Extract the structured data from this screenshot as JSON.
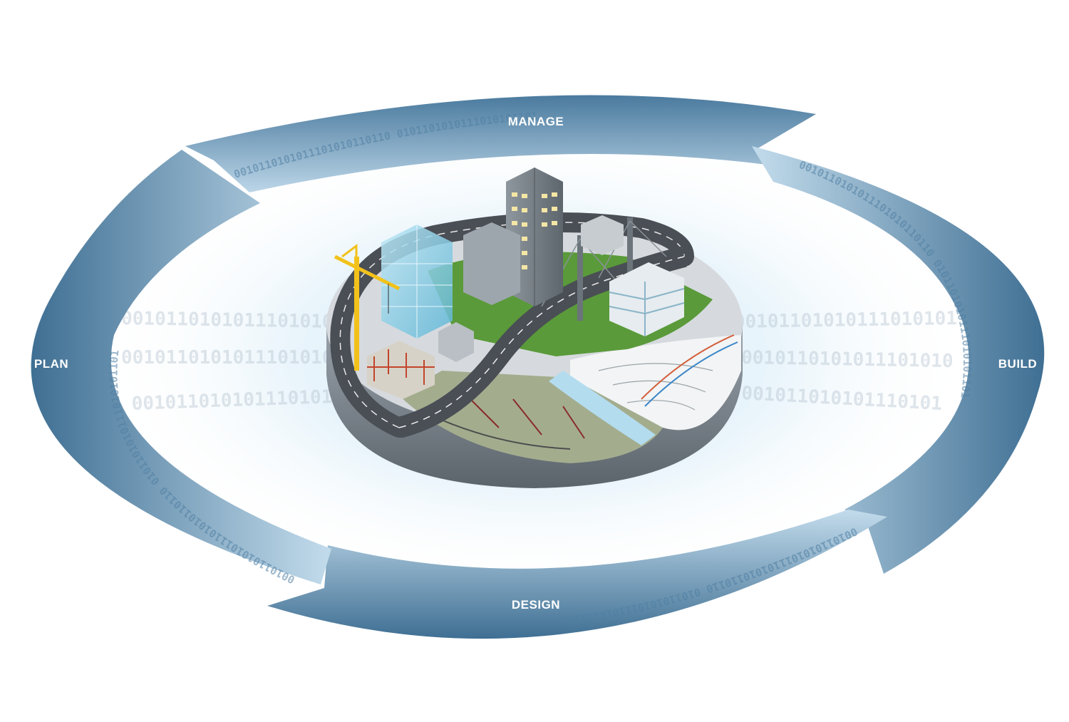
{
  "diagram": {
    "phases": [
      {
        "id": "manage",
        "label": "MANAGE"
      },
      {
        "id": "build",
        "label": "BUILD"
      },
      {
        "id": "design",
        "label": "DESIGN"
      },
      {
        "id": "plan",
        "label": "PLAN"
      }
    ],
    "binary_strip": "0010110101011101010110110 0101101010111010101101",
    "binary_ghost": "001011010101110101011",
    "colors": {
      "ring_dark": "#3f6f93",
      "ring_light": "#b7d2e6",
      "glow": "#c9e3f3",
      "grass": "#5a9a3a",
      "road": "#4a4e55",
      "crane": "#f2c21b"
    },
    "illustration_icons": [
      "city-island-icon",
      "skyscraper-icon",
      "crane-icon",
      "highway-icon",
      "bridge-icon",
      "contour-map-icon",
      "site-plan-icon"
    ]
  }
}
